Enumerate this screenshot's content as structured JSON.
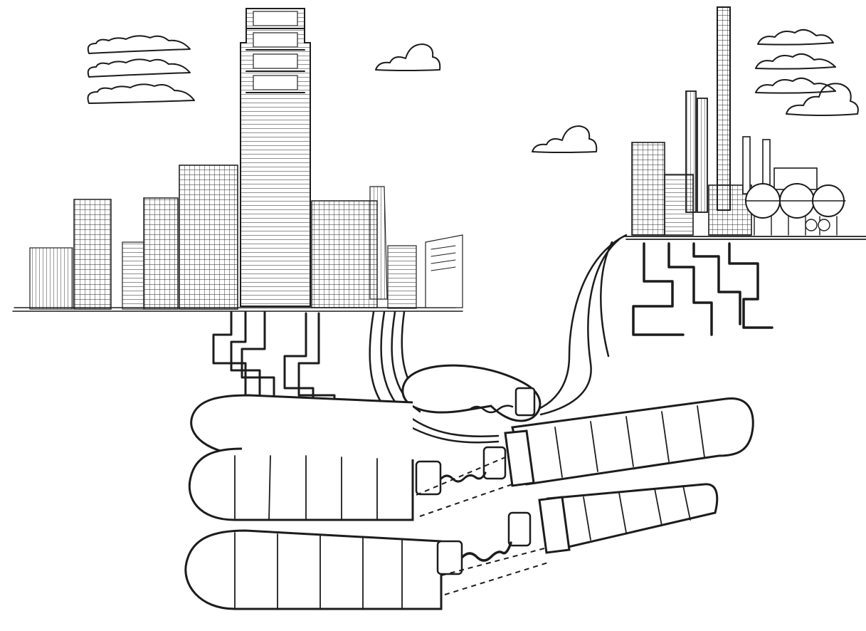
{
  "scene": {
    "background_color": "#ffffff",
    "ink_color": "#1c1c1c",
    "fill_color": "#ffffff",
    "style": "monochrome pen-and-ink sketch",
    "subjects": [
      "city-skyline",
      "industrial-refinery",
      "pipelines",
      "clouds"
    ]
  }
}
